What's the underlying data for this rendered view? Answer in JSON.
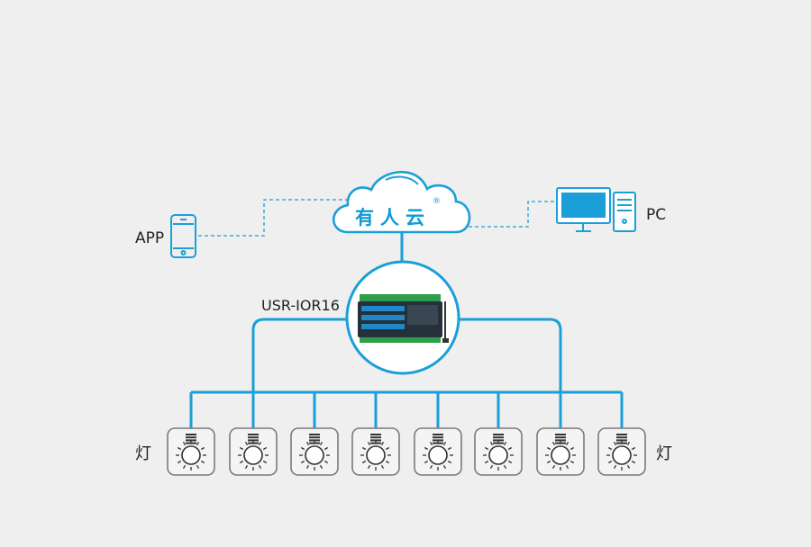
{
  "cloud": {
    "name": "有人云",
    "mark": "®",
    "icon": "cloud-icon"
  },
  "app": {
    "label": "APP",
    "icon": "smartphone-icon"
  },
  "pc": {
    "label": "PC",
    "icon": "desktop-computer-icon"
  },
  "device": {
    "label": "USR-IOR16",
    "icon": "io-controller-icon"
  },
  "lamps": {
    "label_left": "灯",
    "label_right": "灯",
    "count": 8,
    "icon": "light-bulb-icon"
  },
  "colors": {
    "line": "#1a9fd8",
    "cloud_text": "#0b9bd6",
    "icon_stroke": "#0b9bd6",
    "lamp_box": "#7a7a7a",
    "background": "#efefef"
  }
}
